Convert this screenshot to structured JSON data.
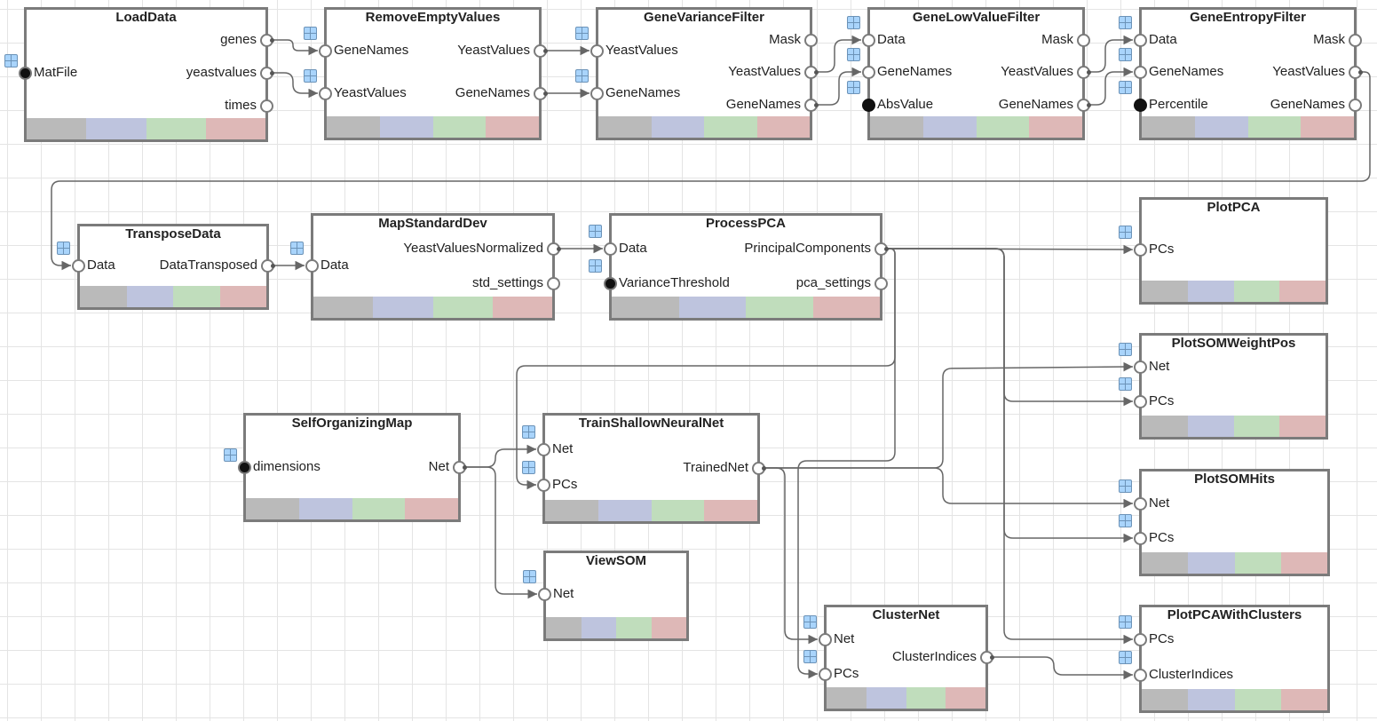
{
  "canvas": {
    "title": "Workflow graph"
  },
  "status_colors": [
    "#bababa",
    "#bec4de",
    "#c0ddbc",
    "#deb8b7"
  ],
  "nodes": [
    {
      "id": "LoadData",
      "title": "LoadData",
      "inputs": [
        {
          "name": "MatFile",
          "kind": "filled"
        }
      ],
      "outputs": [
        {
          "name": "genes",
          "connected": true
        },
        {
          "name": "yeastvalues",
          "connected": true
        },
        {
          "name": "times",
          "connected": false
        }
      ]
    },
    {
      "id": "RemoveEmptyValues",
      "title": "RemoveEmptyValues",
      "inputs": [
        {
          "name": "GeneNames",
          "kind": "open"
        },
        {
          "name": "YeastValues",
          "kind": "open"
        }
      ],
      "outputs": [
        {
          "name": "YeastValues",
          "connected": true
        },
        {
          "name": "GeneNames",
          "connected": true
        }
      ]
    },
    {
      "id": "GeneVarianceFilter",
      "title": "GeneVarianceFilter",
      "inputs": [
        {
          "name": "YeastValues",
          "kind": "open"
        },
        {
          "name": "GeneNames",
          "kind": "open"
        }
      ],
      "outputs": [
        {
          "name": "Mask",
          "connected": false
        },
        {
          "name": "YeastValues",
          "connected": true
        },
        {
          "name": "GeneNames",
          "connected": true
        }
      ]
    },
    {
      "id": "GeneLowValueFilter",
      "title": "GeneLowValueFilter",
      "inputs": [
        {
          "name": "Data",
          "kind": "open"
        },
        {
          "name": "GeneNames",
          "kind": "open"
        },
        {
          "name": "AbsValue",
          "kind": "burst"
        }
      ],
      "outputs": [
        {
          "name": "Mask",
          "connected": false
        },
        {
          "name": "YeastValues",
          "connected": true
        },
        {
          "name": "GeneNames",
          "connected": true
        }
      ]
    },
    {
      "id": "GeneEntropyFilter",
      "title": "GeneEntropyFilter",
      "inputs": [
        {
          "name": "Data",
          "kind": "open"
        },
        {
          "name": "GeneNames",
          "kind": "open"
        },
        {
          "name": "Percentile",
          "kind": "burst"
        }
      ],
      "outputs": [
        {
          "name": "Mask",
          "connected": false
        },
        {
          "name": "YeastValues",
          "connected": true
        },
        {
          "name": "GeneNames",
          "connected": false
        }
      ]
    },
    {
      "id": "TransposeData",
      "title": "TransposeData",
      "inputs": [
        {
          "name": "Data",
          "kind": "open"
        }
      ],
      "outputs": [
        {
          "name": "DataTransposed",
          "connected": true
        }
      ]
    },
    {
      "id": "MapStandardDev",
      "title": "MapStandardDev",
      "inputs": [
        {
          "name": "Data",
          "kind": "open"
        }
      ],
      "outputs": [
        {
          "name": "YeastValuesNormalized",
          "connected": true
        },
        {
          "name": "std_settings",
          "connected": false
        }
      ]
    },
    {
      "id": "ProcessPCA",
      "title": "ProcessPCA",
      "inputs": [
        {
          "name": "Data",
          "kind": "open"
        },
        {
          "name": "VarianceThreshold",
          "kind": "filled"
        }
      ],
      "outputs": [
        {
          "name": "PrincipalComponents",
          "connected": true
        },
        {
          "name": "pca_settings",
          "connected": false
        }
      ]
    },
    {
      "id": "PlotPCA",
      "title": "PlotPCA",
      "inputs": [
        {
          "name": "PCs",
          "kind": "open"
        }
      ],
      "outputs": []
    },
    {
      "id": "PlotSOMWeightPos",
      "title": "PlotSOMWeightPos",
      "inputs": [
        {
          "name": "Net",
          "kind": "open"
        },
        {
          "name": "PCs",
          "kind": "open"
        }
      ],
      "outputs": []
    },
    {
      "id": "SelfOrganizingMap",
      "title": "SelfOrganizingMap",
      "inputs": [
        {
          "name": "dimensions",
          "kind": "filled"
        }
      ],
      "outputs": [
        {
          "name": "Net",
          "connected": true
        }
      ]
    },
    {
      "id": "TrainShallowNeuralNet",
      "title": "TrainShallowNeuralNet",
      "inputs": [
        {
          "name": "Net",
          "kind": "open"
        },
        {
          "name": "PCs",
          "kind": "open"
        }
      ],
      "outputs": [
        {
          "name": "TrainedNet",
          "connected": true
        }
      ]
    },
    {
      "id": "PlotSOMHits",
      "title": "PlotSOMHits",
      "inputs": [
        {
          "name": "Net",
          "kind": "open"
        },
        {
          "name": "PCs",
          "kind": "open"
        }
      ],
      "outputs": []
    },
    {
      "id": "ViewSOM",
      "title": "ViewSOM",
      "inputs": [
        {
          "name": "Net",
          "kind": "open"
        }
      ],
      "outputs": []
    },
    {
      "id": "ClusterNet",
      "title": "ClusterNet",
      "inputs": [
        {
          "name": "Net",
          "kind": "open"
        },
        {
          "name": "PCs",
          "kind": "open"
        }
      ],
      "outputs": [
        {
          "name": "ClusterIndices",
          "connected": true
        }
      ]
    },
    {
      "id": "PlotPCAWithClusters",
      "title": "PlotPCAWithClusters",
      "inputs": [
        {
          "name": "PCs",
          "kind": "open"
        },
        {
          "name": "ClusterIndices",
          "kind": "open"
        }
      ],
      "outputs": []
    }
  ],
  "connections": [
    {
      "from": "LoadData.genes",
      "to": "RemoveEmptyValues.GeneNames"
    },
    {
      "from": "LoadData.yeastvalues",
      "to": "RemoveEmptyValues.YeastValues"
    },
    {
      "from": "RemoveEmptyValues.YeastValues",
      "to": "GeneVarianceFilter.YeastValues"
    },
    {
      "from": "RemoveEmptyValues.GeneNames",
      "to": "GeneVarianceFilter.GeneNames"
    },
    {
      "from": "GeneVarianceFilter.YeastValues",
      "to": "GeneLowValueFilter.Data"
    },
    {
      "from": "GeneVarianceFilter.GeneNames",
      "to": "GeneLowValueFilter.GeneNames"
    },
    {
      "from": "GeneLowValueFilter.YeastValues",
      "to": "GeneEntropyFilter.Data"
    },
    {
      "from": "GeneLowValueFilter.GeneNames",
      "to": "GeneEntropyFilter.GeneNames"
    },
    {
      "from": "GeneEntropyFilter.YeastValues",
      "to": "TransposeData.Data"
    },
    {
      "from": "TransposeData.DataTransposed",
      "to": "MapStandardDev.Data"
    },
    {
      "from": "MapStandardDev.YeastValuesNormalized",
      "to": "ProcessPCA.Data"
    },
    {
      "from": "ProcessPCA.PrincipalComponents",
      "to": "PlotPCA.PCs"
    },
    {
      "from": "ProcessPCA.PrincipalComponents",
      "to": "TrainShallowNeuralNet.PCs"
    },
    {
      "from": "ProcessPCA.PrincipalComponents",
      "to": "PlotSOMWeightPos.PCs"
    },
    {
      "from": "ProcessPCA.PrincipalComponents",
      "to": "PlotSOMHits.PCs"
    },
    {
      "from": "ProcessPCA.PrincipalComponents",
      "to": "ClusterNet.PCs"
    },
    {
      "from": "ProcessPCA.PrincipalComponents",
      "to": "PlotPCAWithClusters.PCs"
    },
    {
      "from": "SelfOrganizingMap.Net",
      "to": "TrainShallowNeuralNet.Net"
    },
    {
      "from": "SelfOrganizingMap.Net",
      "to": "ViewSOM.Net"
    },
    {
      "from": "TrainShallowNeuralNet.TrainedNet",
      "to": "PlotSOMWeightPos.Net"
    },
    {
      "from": "TrainShallowNeuralNet.TrainedNet",
      "to": "PlotSOMHits.Net"
    },
    {
      "from": "TrainShallowNeuralNet.TrainedNet",
      "to": "ClusterNet.Net"
    },
    {
      "from": "ClusterNet.ClusterIndices",
      "to": "PlotPCAWithClusters.ClusterIndices"
    }
  ]
}
